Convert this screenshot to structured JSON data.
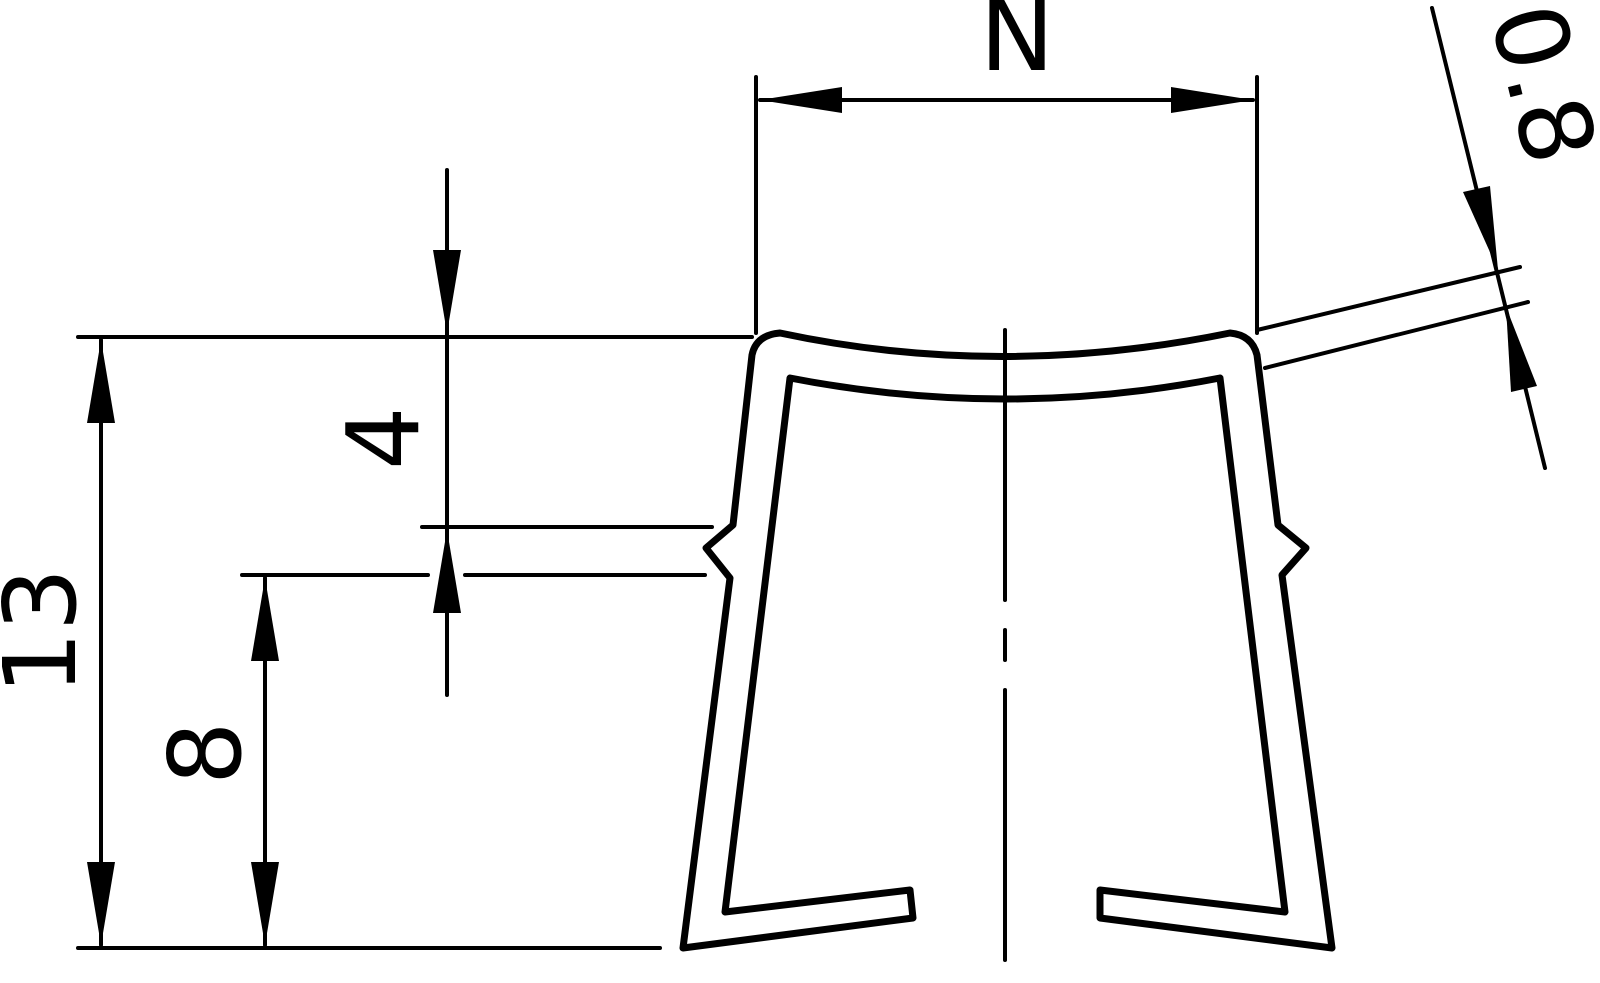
{
  "drawing": {
    "dimensions": {
      "width": "N",
      "thickness": "0.8",
      "lip_height": "4",
      "total_height": "13",
      "lower_height": "8"
    },
    "line_color": "#000000",
    "background_color": "#ffffff"
  }
}
